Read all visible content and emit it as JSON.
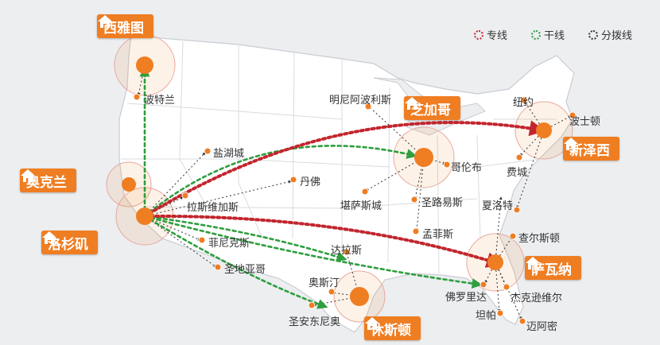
{
  "colors": {
    "hub": "#ef7d22",
    "main_line": "#c2262e",
    "trunk_line": "#2e9e3e",
    "branch_line": "#333333",
    "land": "#ffffff",
    "water": "#eceef0"
  },
  "legend": [
    {
      "id": "main",
      "label": "专线"
    },
    {
      "id": "trunk",
      "label": "干线"
    },
    {
      "id": "branch",
      "label": "分拨线"
    }
  ],
  "hubs": [
    {
      "id": "seattle",
      "label": "西雅图",
      "icon": "home-icon"
    },
    {
      "id": "oakland",
      "label": "奥克兰",
      "icon": "home-icon"
    },
    {
      "id": "la",
      "label": "洛杉矶",
      "icon": "home-icon"
    },
    {
      "id": "chicago",
      "label": "芝加哥",
      "icon": "home-icon"
    },
    {
      "id": "newjersey",
      "label": "新泽西",
      "icon": "home-icon"
    },
    {
      "id": "savannah",
      "label": "萨瓦纳",
      "icon": "home-icon"
    },
    {
      "id": "houston",
      "label": "休斯顿",
      "icon": "home-icon"
    }
  ],
  "cities": [
    {
      "id": "portland",
      "label": "波特兰"
    },
    {
      "id": "saltlake",
      "label": "盐湖城"
    },
    {
      "id": "lasvegas",
      "label": "拉斯维加斯"
    },
    {
      "id": "denver",
      "label": "丹佛"
    },
    {
      "id": "phoenix",
      "label": "菲尼克斯"
    },
    {
      "id": "sandiego",
      "label": "圣地亚哥"
    },
    {
      "id": "minneapolis",
      "label": "明尼阿波利斯"
    },
    {
      "id": "columbus",
      "label": "哥伦布"
    },
    {
      "id": "kansascity",
      "label": "堪萨斯城"
    },
    {
      "id": "stlouis",
      "label": "圣路易斯"
    },
    {
      "id": "memphis",
      "label": "孟菲斯"
    },
    {
      "id": "newyork",
      "label": "纽约"
    },
    {
      "id": "boston",
      "label": "波士顿"
    },
    {
      "id": "philadelphia",
      "label": "费城"
    },
    {
      "id": "charlotte",
      "label": "夏洛特"
    },
    {
      "id": "charleston",
      "label": "查尔斯顿"
    },
    {
      "id": "dallas",
      "label": "达拉斯"
    },
    {
      "id": "austin",
      "label": "奥斯汀"
    },
    {
      "id": "sanantonio",
      "label": "圣安东尼奥"
    },
    {
      "id": "florida",
      "label": "佛罗里达"
    },
    {
      "id": "jacksonville",
      "label": "杰克逊维尔"
    },
    {
      "id": "tampa",
      "label": "坦帕"
    },
    {
      "id": "miami",
      "label": "迈阿密"
    }
  ]
}
